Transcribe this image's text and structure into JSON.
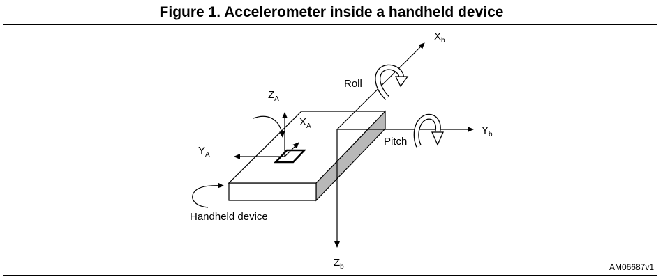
{
  "figure": {
    "title": "Figure 1. Accelerometer inside a handheld device",
    "reference_code": "AM06687v1"
  },
  "axes": {
    "body": {
      "x": {
        "main": "X",
        "sub": "b"
      },
      "y": {
        "main": "Y",
        "sub": "b"
      },
      "z": {
        "main": "Z",
        "sub": "b"
      }
    },
    "sensor": {
      "x": {
        "main": "X",
        "sub": "A"
      },
      "y": {
        "main": "Y",
        "sub": "A"
      },
      "z": {
        "main": "Z",
        "sub": "A"
      }
    }
  },
  "rotations": {
    "roll": "Roll",
    "pitch": "Pitch"
  },
  "device_label": "Handheld device"
}
